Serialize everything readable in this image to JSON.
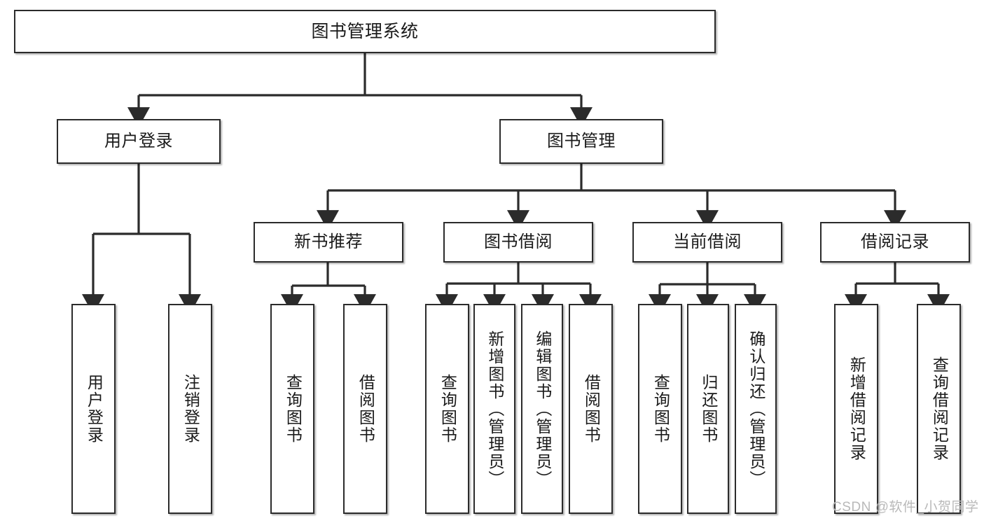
{
  "diagram": {
    "title": "图书管理系统",
    "watermark": "CSDN @软件_小贺同学",
    "stroke_color": "#2b2b2b",
    "fill_color": "#ffffff",
    "text_color": "#1a1a1a",
    "watermark_color": "#b9b9b9"
  },
  "nodes": {
    "root": {
      "label": "图书管理系统"
    },
    "level1": [
      {
        "label": "用户登录"
      },
      {
        "label": "图书管理"
      }
    ],
    "level2": [
      {
        "label": "新书推荐"
      },
      {
        "label": "图书借阅"
      },
      {
        "label": "当前借阅"
      },
      {
        "label": "借阅记录"
      }
    ],
    "leaves_user_login": [
      {
        "label": "用户登录"
      },
      {
        "label": "注销登录"
      }
    ],
    "leaves_new_book": [
      {
        "label": "查询图书"
      },
      {
        "label": "借阅图书"
      }
    ],
    "leaves_borrow": [
      {
        "label": "查询图书"
      },
      {
        "label": "新增图书（管理员）"
      },
      {
        "label": "编辑图书（管理员）"
      },
      {
        "label": "借阅图书"
      }
    ],
    "leaves_current": [
      {
        "label": "查询图书"
      },
      {
        "label": "归还图书"
      },
      {
        "label": "确认归还（管理员）"
      }
    ],
    "leaves_records": [
      {
        "label": "新增借阅记录"
      },
      {
        "label": "查询借阅记录"
      }
    ]
  }
}
